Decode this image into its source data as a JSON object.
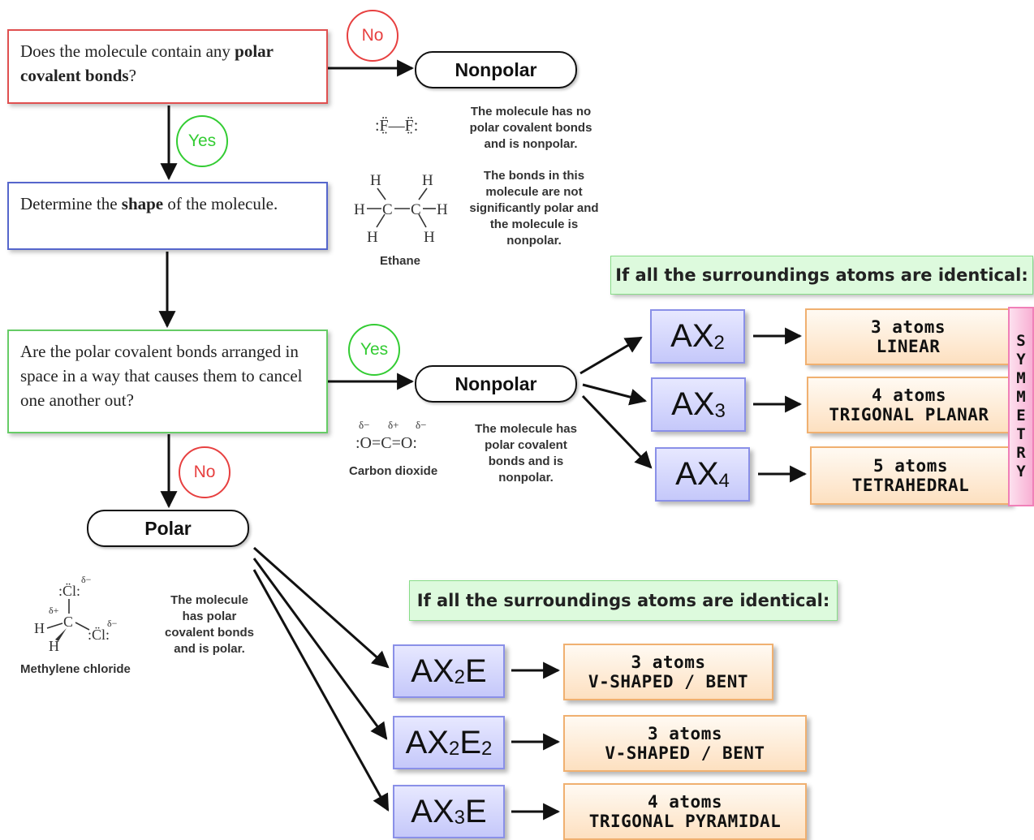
{
  "questions": {
    "q1_pre": "Does the  molecule contain any ",
    "q1_bold1": "polar",
    "q1_bold2": "covalent bonds",
    "q1_post": "?",
    "q2_pre": "Determine the ",
    "q2_bold": "shape",
    "q2_post": " of the molecule.",
    "q3": "Are the polar covalent bonds arranged in space in a way that causes them to cancel one another out?"
  },
  "answers": {
    "no": "No",
    "yes": "Yes"
  },
  "outcomes": {
    "nonpolar": "Nonpolar",
    "polar": "Polar"
  },
  "captions": {
    "f2": "The molecule has no polar covalent bonds and is nonpolar.",
    "ethane": "The bonds in this molecule are not significantly polar and the molecule is nonpolar.",
    "co2": "The molecule has polar covalent bonds and is nonpolar.",
    "ch2cl2": "The molecule has polar covalent bonds and is polar."
  },
  "molecules": {
    "ethane_label": "Ethane",
    "co2_label": "Carbon dioxide",
    "ch2cl2_label": "Methylene chloride"
  },
  "banner": "If all the surroundings atoms are identical:",
  "nonpolar_shapes": [
    {
      "formula": "AX",
      "sub1": "2",
      "mid": "",
      "sub2": "",
      "atoms": "3 atoms",
      "shape": "LINEAR"
    },
    {
      "formula": "AX",
      "sub1": "3",
      "mid": "",
      "sub2": "",
      "atoms": "4 atoms",
      "shape": "TRIGONAL PLANAR"
    },
    {
      "formula": "AX",
      "sub1": "4",
      "mid": "",
      "sub2": "",
      "atoms": "5 atoms",
      "shape": "TETRAHEDRAL"
    }
  ],
  "polar_shapes": [
    {
      "formula": "AX",
      "sub1": "2",
      "mid": "E",
      "sub2": "",
      "atoms": "3 atoms",
      "shape": "V-SHAPED / BENT"
    },
    {
      "formula": "AX",
      "sub1": "2",
      "mid": "E",
      "sub2": "2",
      "atoms": "3 atoms",
      "shape": "V-SHAPED / BENT"
    },
    {
      "formula": "AX",
      "sub1": "3",
      "mid": "E",
      "sub2": "",
      "atoms": "4 atoms",
      "shape": "TRIGONAL PYRAMIDAL"
    }
  ],
  "symmetry_letters": [
    "S",
    "Y",
    "M",
    "M",
    "E",
    "T",
    "R",
    "Y"
  ],
  "colors": {
    "red": "#e74040",
    "green": "#33cc33",
    "blue_border": "#5566cc",
    "ax_fill": "#c5c8fa",
    "orange_fill": "#fde0c0",
    "pink_fill": "#f8b0d4",
    "banner_fill": "#ddfadd"
  }
}
